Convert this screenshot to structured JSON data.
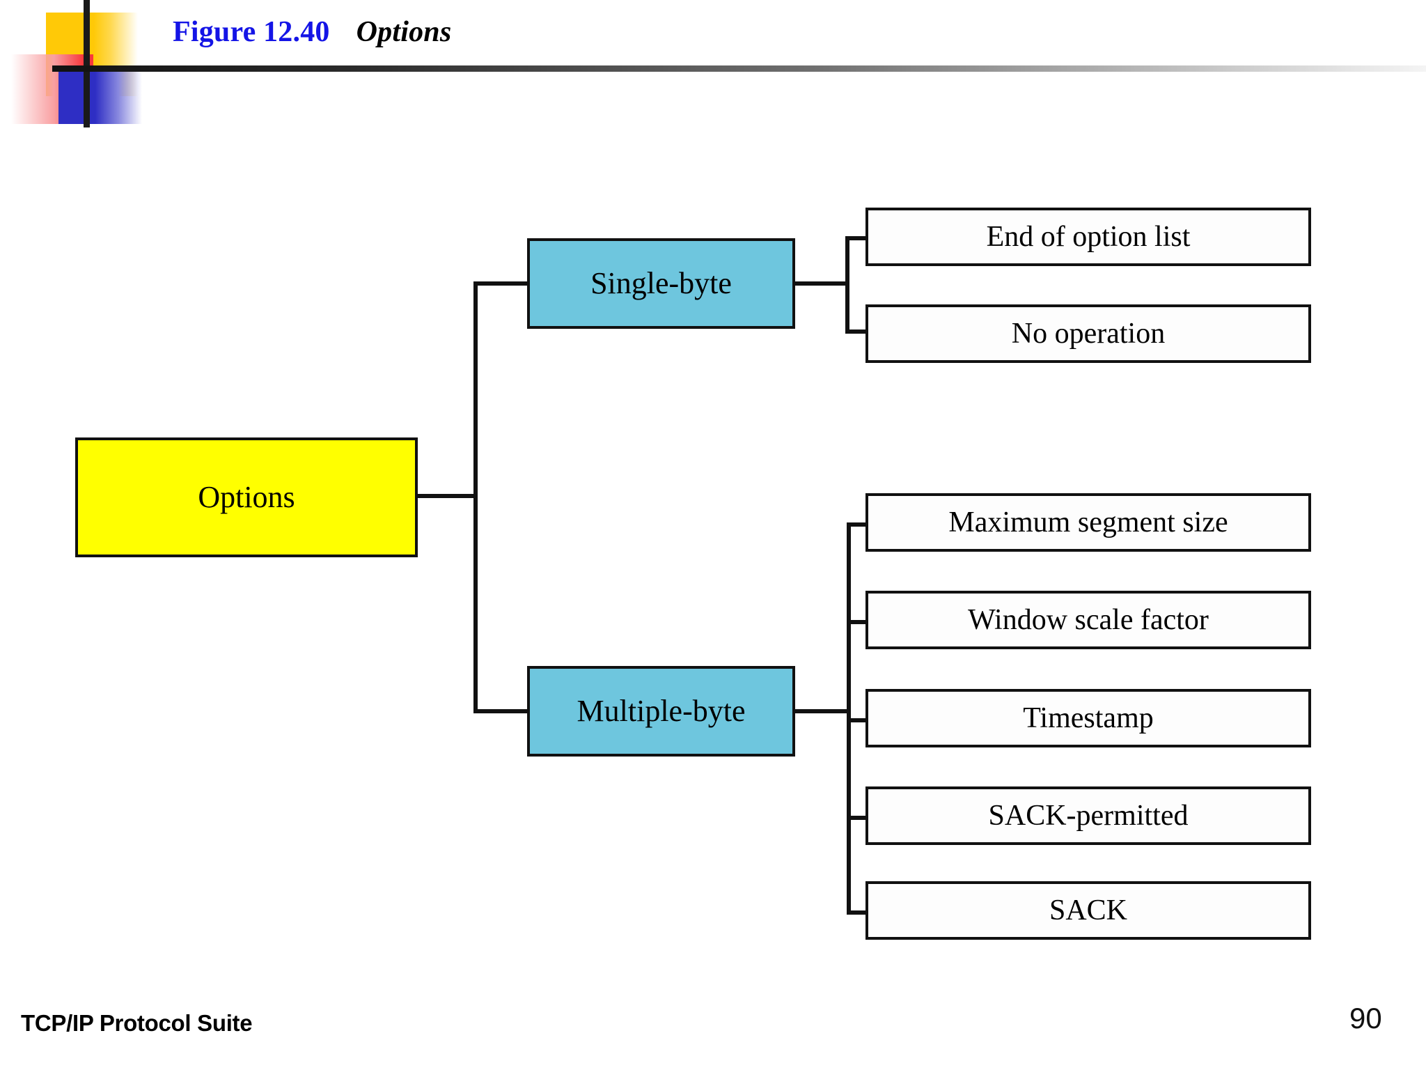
{
  "header": {
    "figure_number": "Figure 12.40",
    "figure_name": "Options",
    "decoration": {
      "yellow": "#FFC907",
      "red": "#F8383C",
      "blue": "#2E2EC4",
      "rule": "#111111"
    }
  },
  "diagram": {
    "type": "tree",
    "colors": {
      "root_fill": "#FFFF00",
      "branch_fill": "#6EC6DE",
      "leaf_fill": "#FDFDFD",
      "outline": "#111111",
      "shadow": "#000000"
    },
    "root": {
      "label": "Options"
    },
    "branches": [
      {
        "label": "Single-byte",
        "children": [
          {
            "label": "End of option list"
          },
          {
            "label": "No operation"
          }
        ]
      },
      {
        "label": "Multiple-byte",
        "children": [
          {
            "label": "Maximum segment size"
          },
          {
            "label": "Window scale factor"
          },
          {
            "label": "Timestamp"
          },
          {
            "label": "SACK-permitted"
          },
          {
            "label": "SACK"
          }
        ]
      }
    ]
  },
  "footer": {
    "book_title": "TCP/IP Protocol Suite",
    "page_number": "90"
  }
}
